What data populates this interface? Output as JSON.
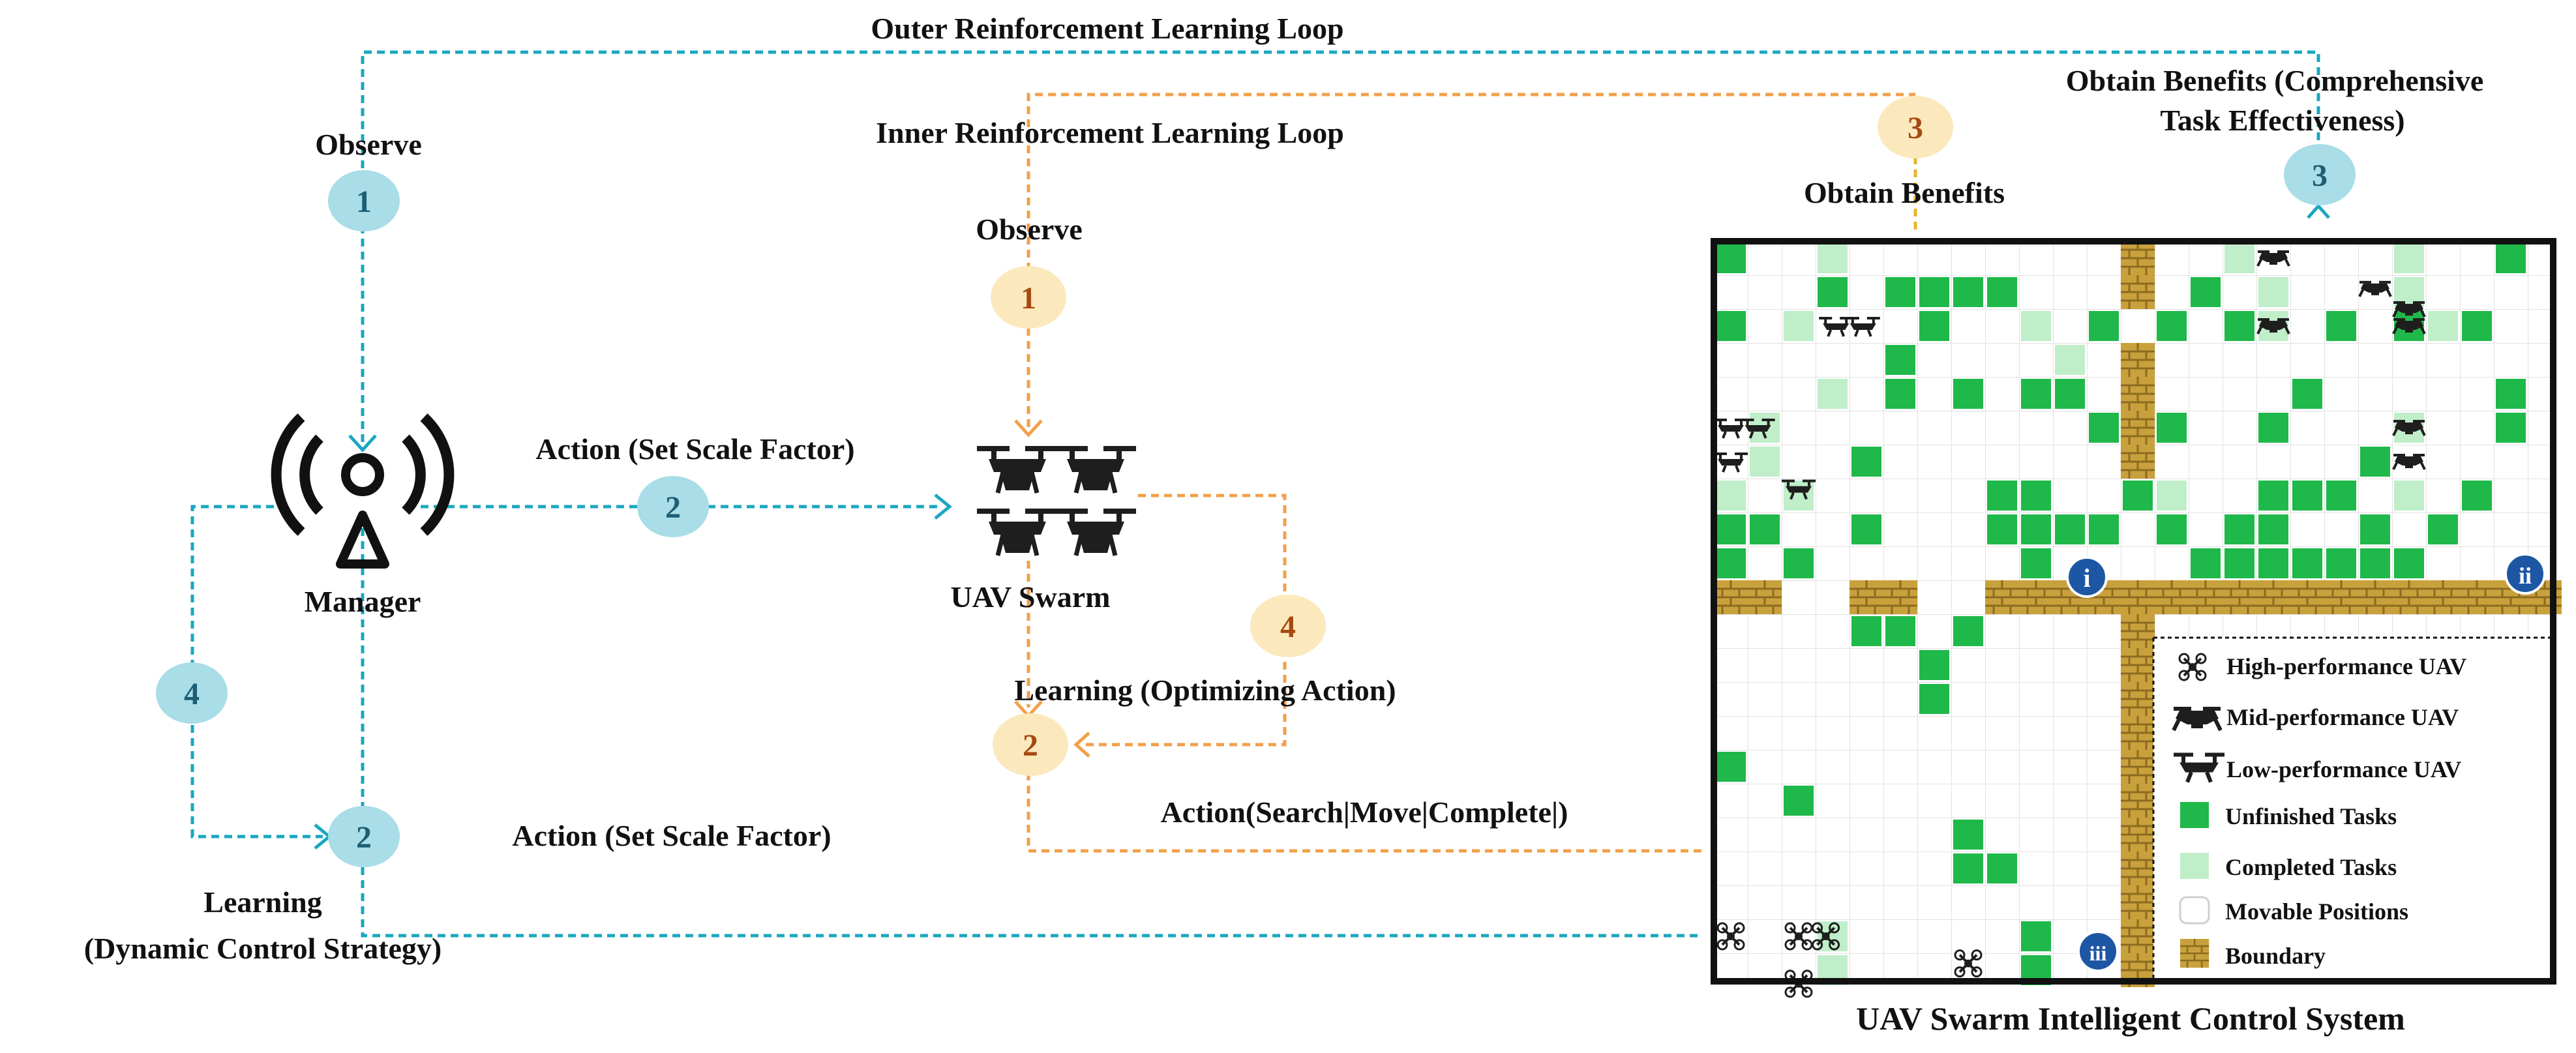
{
  "outer_loop": {
    "title": "Outer Reinforcement Learning Loop",
    "observe": "Observe",
    "action": "Action (Set Scale Factor)",
    "learning_action": "Action (Set Scale Factor)",
    "learning_title": "Learning",
    "learning_strategy": "(Dynamic Control Strategy)",
    "benefits_line1": "Obtain Benefits (Comprehensive",
    "benefits_line2": "Task Effectiveness)"
  },
  "inner_loop": {
    "title": "Inner Reinforcement Learning Loop",
    "observe": "Observe",
    "learning": "Learning (Optimizing Action)",
    "action": "Action(Search|Move|Complete|)",
    "benefits": "Obtain Benefits"
  },
  "manager_label": "Manager",
  "swarm_label": "UAV Swarm",
  "system_title": "UAV Swarm Intelligent Control System",
  "badges": {
    "outer_1": "1",
    "outer_2": "2",
    "outer_3": "3",
    "outer_4": "4",
    "outer_2b": "2",
    "inner_1": "1",
    "inner_2": "2",
    "inner_3": "3",
    "inner_4": "4"
  },
  "regions": {
    "i": "i",
    "ii": "ii",
    "iii": "iii"
  },
  "legend": {
    "high": "High-performance UAV",
    "mid": "Mid-performance UAV",
    "low": "Low-performance UAV",
    "unfinished": "Unfinished Tasks",
    "completed": "Completed Tasks",
    "movable": "Movable Positions",
    "boundary": "Boundary"
  },
  "colors": {
    "outer": "#1aa7c0",
    "inner": "#f2a04a",
    "badge_outer_fill": "#a9dde8",
    "badge_outer_text": "#1d5e74",
    "badge_inner_fill": "#fbe9bd",
    "badge_inner_text": "#a54a12",
    "unfinished": "#1fb84a",
    "completed": "#bfeec9",
    "boundary": "#c9a13c",
    "region_badge": "#1d56a3"
  },
  "icons": {
    "manager": "antenna-tower-icon",
    "swarm": "drone-swarm-icon",
    "high": "high-performance-uav-icon",
    "mid": "mid-performance-uav-icon",
    "low": "low-performance-uav-icon"
  }
}
